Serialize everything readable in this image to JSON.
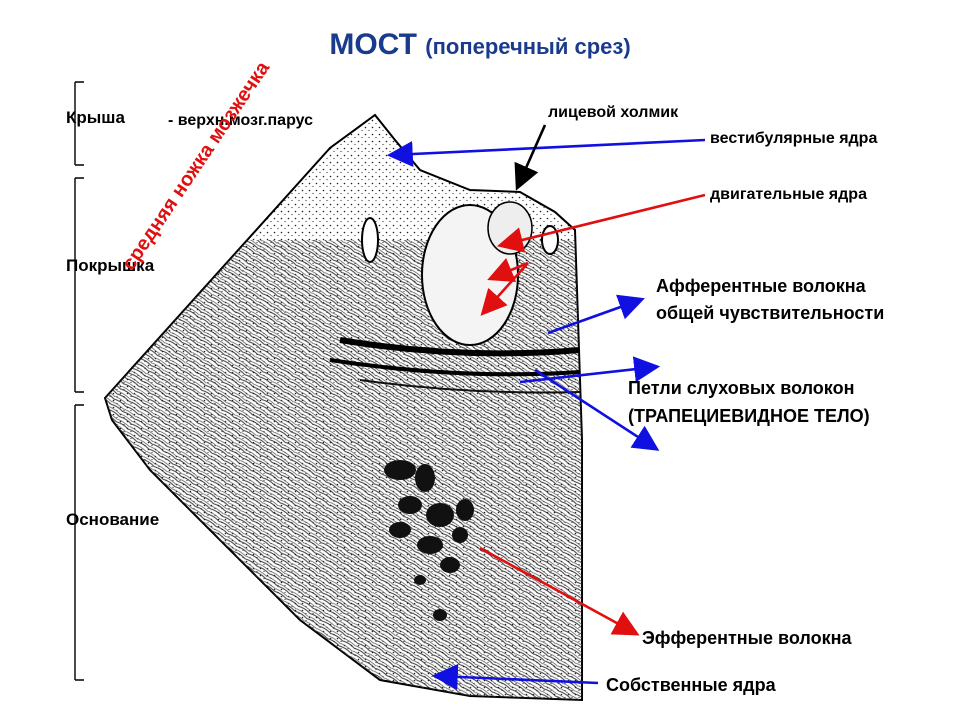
{
  "title": {
    "main": "МОСТ",
    "sub": "(поперечный срез)"
  },
  "regions": {
    "roof": "Крыша",
    "tegmentum": "Покрышка",
    "base": "Основание"
  },
  "labels": {
    "velum": "- верхн.мозг.парус",
    "peduncle": "средняя ножка мозжечка",
    "facial_colliculus": "лицевой холмик",
    "vestibular_nuclei": "вестибулярные ядра",
    "motor_nuclei": "двигательные ядра",
    "afferent_line1": "Афферентные волокна",
    "afferent_line2": "общей чувствительности",
    "loops_line1": "Петли слуховых волокон",
    "loops_line2": "(ТРАПЕЦИЕВИДНОЕ ТЕЛО)",
    "efferent": "Эфферентные волокна",
    "own_nuclei": "Собственные ядра"
  },
  "colors": {
    "title": "#1a3b8c",
    "blue_arrow": "#1010e0",
    "red_arrow": "#e01010",
    "ink": "#000000"
  }
}
